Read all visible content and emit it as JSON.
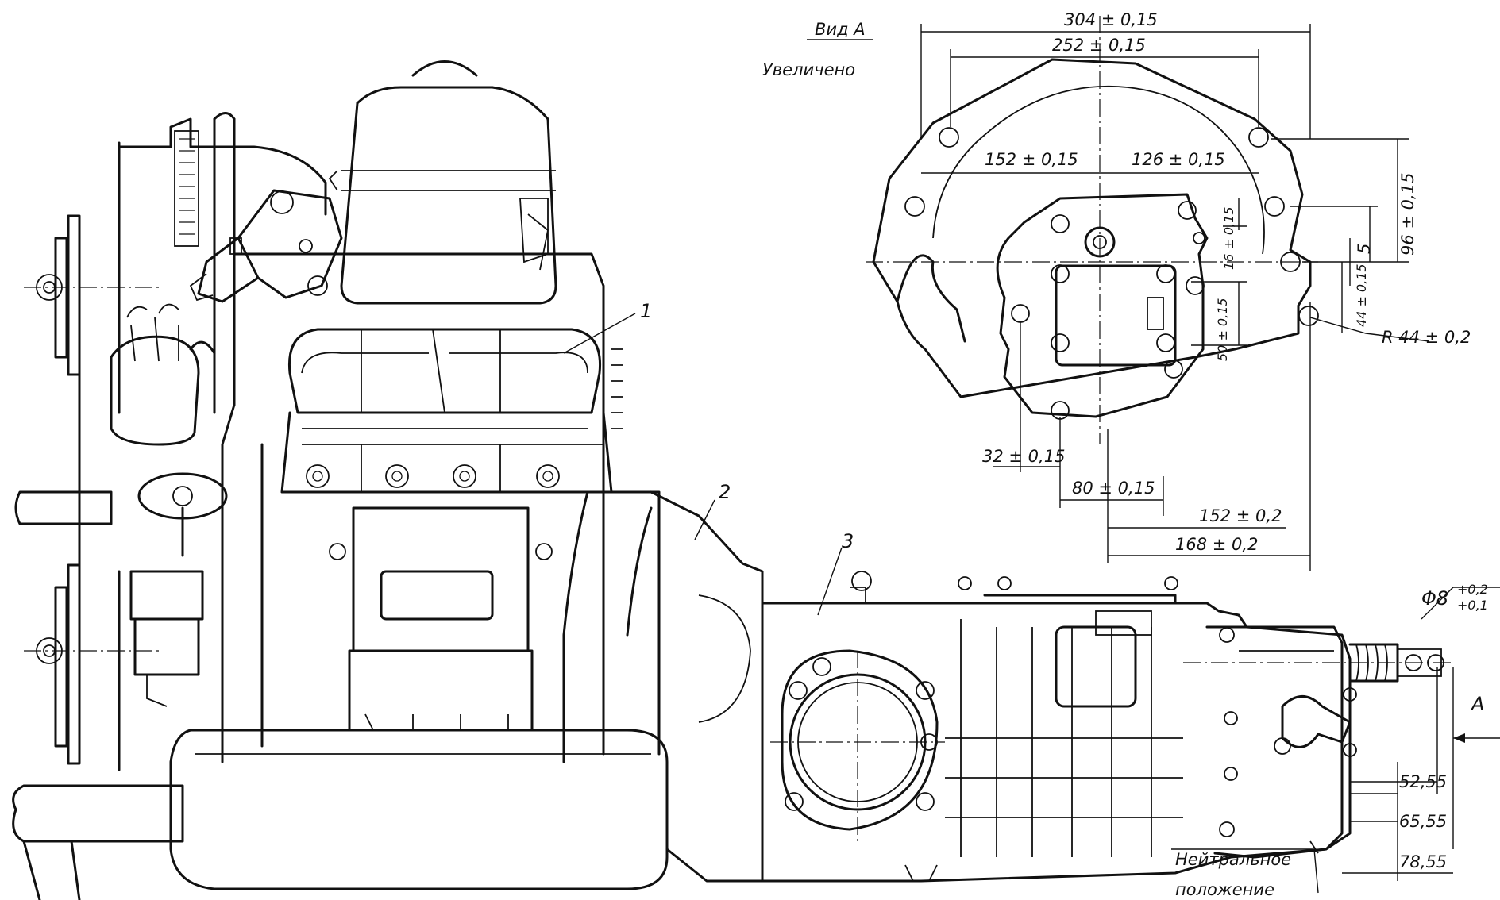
{
  "view": {
    "title": "Вид А",
    "subtitle": "Увеличено"
  },
  "callouts": {
    "c1": "1",
    "c2": "2",
    "c3": "3",
    "arrow": "A"
  },
  "dims": {
    "d304": "304 ± 0,15",
    "d252": "252 ± 0,15",
    "d152a": "152 ± 0,15",
    "d126": "126 ± 0,15",
    "d96": "96 ± 0,15",
    "d16": "16 ± 0,15",
    "d5": "5",
    "d44": "44 ± 0,15",
    "d50": "50 ± 0,15",
    "r44": "R 44 ± 0,2",
    "d32": "32 ± 0,15",
    "d80": "80 ± 0,15",
    "d152b": "152 ± 0,2",
    "d168": "168 ± 0,2",
    "phi8": "Φ8",
    "phi8_up": "+0,2",
    "phi8_lo": "+0,1",
    "d5255": "52,55",
    "d6555": "65,55",
    "d7855": "78,55"
  },
  "neutral": {
    "line1": "Нейтральное",
    "line2": "положение"
  }
}
